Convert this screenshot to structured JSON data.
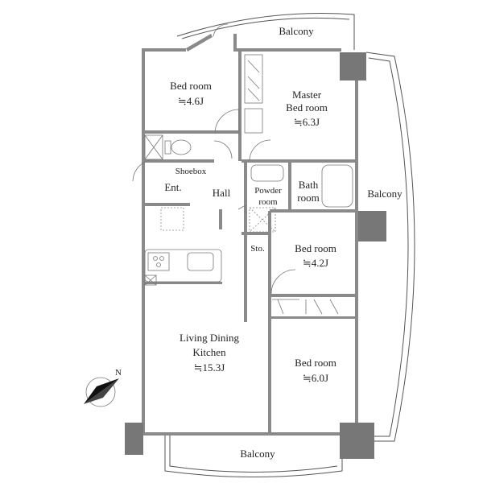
{
  "rooms": {
    "balcony_top": "Balcony",
    "balcony_right": "Balcony",
    "balcony_bottom": "Balcony",
    "bedroom_tl": {
      "name": "Bed room",
      "size": "≒4.6J"
    },
    "master": {
      "name1": "Master",
      "name2": "Bed room",
      "size": "≒6.3J"
    },
    "shoebox": "Shoebox",
    "entrance": "Ent.",
    "hall": "Hall",
    "powder": {
      "name1": "Powder",
      "name2": "room"
    },
    "bath": {
      "name1": "Bath",
      "name2": "room"
    },
    "storage": "Sto.",
    "bedroom_42": {
      "name": "Bed room",
      "size": "≒4.2J"
    },
    "ldk": {
      "name1": "Living Dining",
      "name2": "Kitchen",
      "size": "≒15.3J"
    },
    "bedroom_60": {
      "name": "Bed room",
      "size": "≒6.0J"
    }
  },
  "compass": {
    "label": "N"
  }
}
